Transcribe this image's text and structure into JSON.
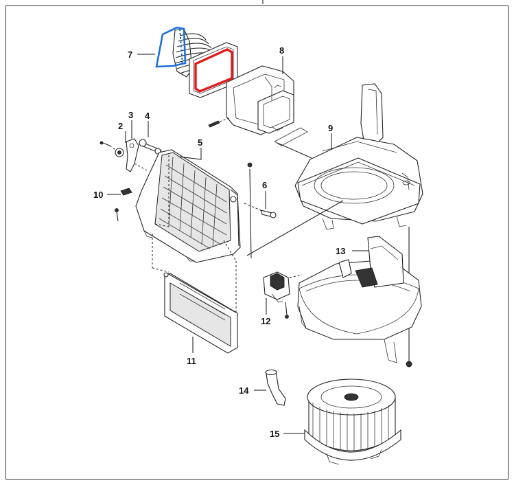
{
  "diagram": {
    "part_numbers": {
      "p1": "2",
      "p2": "3",
      "p3": "4",
      "p4": "5",
      "p5": "6",
      "p6": "7",
      "p7": "8",
      "p8": "9",
      "p9": "10",
      "p10": "11",
      "p11": "12",
      "p12": "13",
      "p13": "14",
      "p14": "15"
    },
    "highlight_colors": {
      "seal_outline": "#e01b1b",
      "duct_outline": "#1e6fd9"
    }
  }
}
